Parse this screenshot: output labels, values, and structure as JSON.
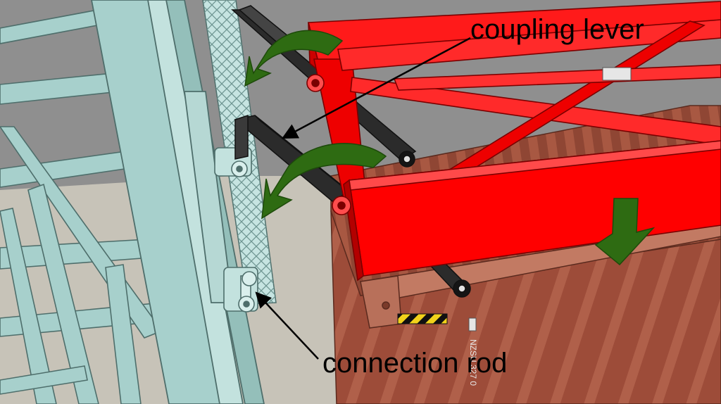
{
  "labels": {
    "coupling_lever": "coupling lever",
    "connection_rod": "connection rod"
  },
  "container_marking": "NZSU 327 0",
  "colors": {
    "background_gray": "#8f8f8f",
    "floor_beige": "#c7c3b8",
    "tower_steel": "#a7d0cc",
    "spreader_red": "#ff0000",
    "container_brown": "#a4523f",
    "lever_black": "#2b2b2b",
    "arrow_green": "#2e6b12",
    "hazard_yellow": "#f2d21b"
  },
  "icons": {
    "rotation_arrow": "curved-arrow-icon",
    "down_arrow": "arrow-down-icon"
  }
}
